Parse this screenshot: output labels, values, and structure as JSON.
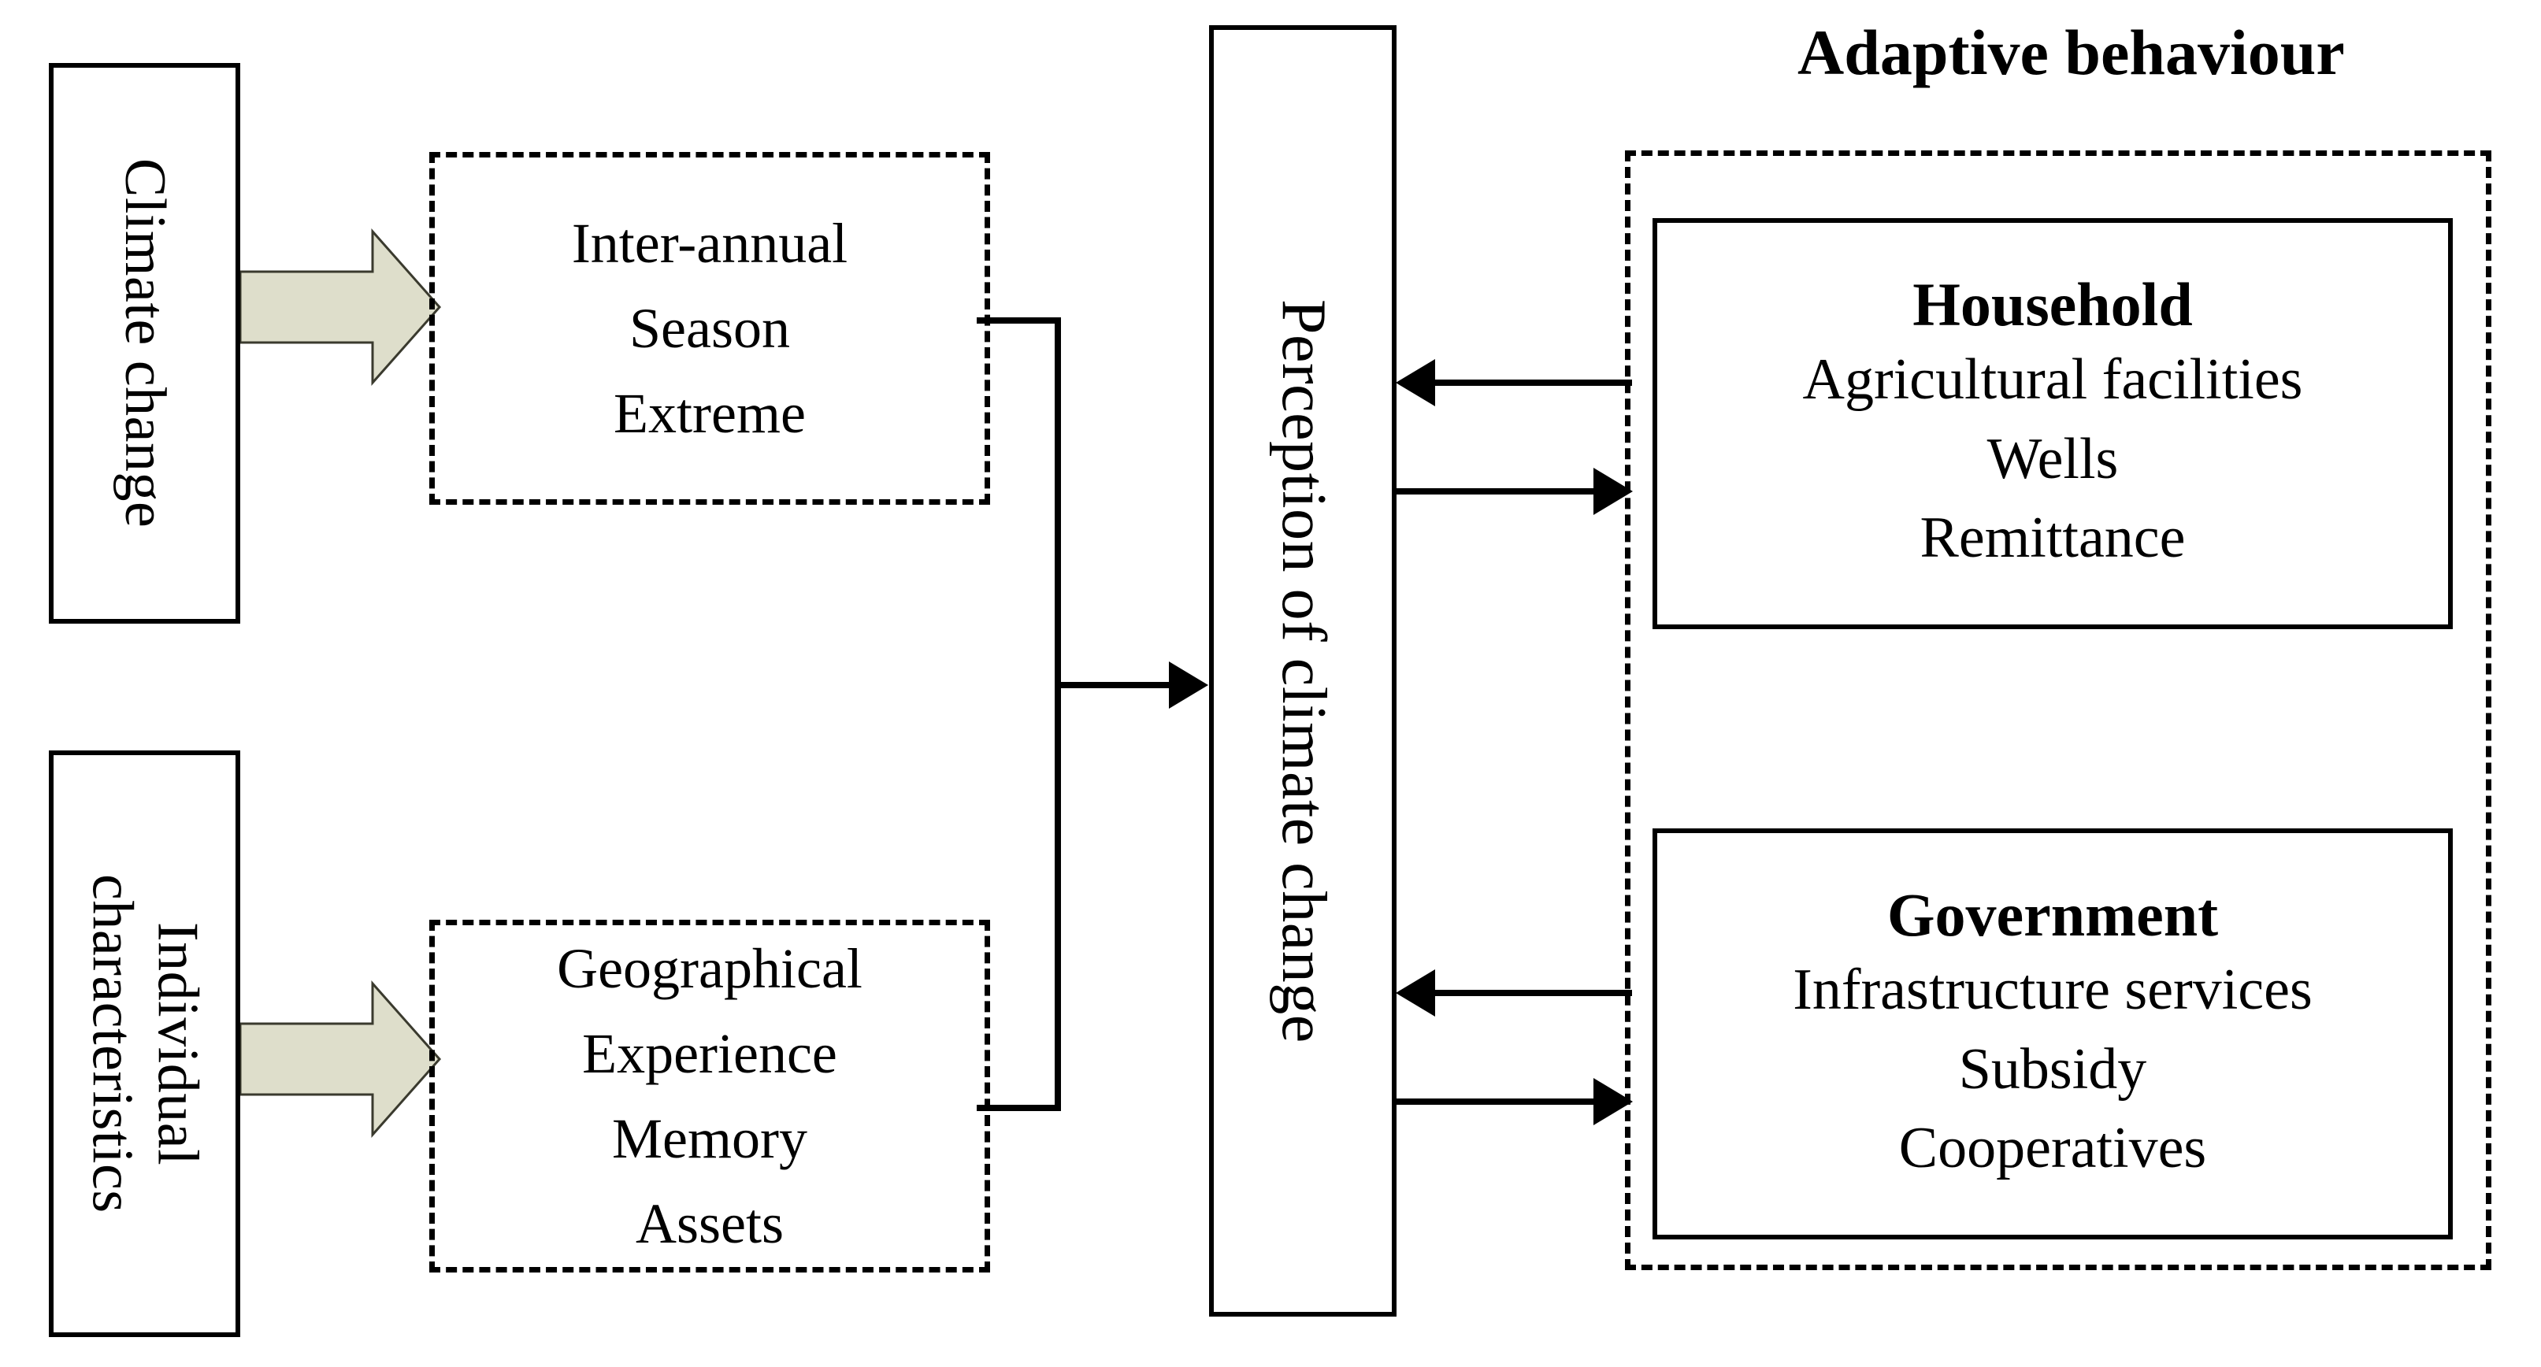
{
  "diagram": {
    "title_right": "Adaptive behaviour",
    "drivers": [
      {
        "id": "climate-change",
        "label": "Climate change"
      },
      {
        "id": "individual-characteristics",
        "label": "Individual\ncharacteristics"
      }
    ],
    "factor_groups": [
      {
        "id": "climate-factors",
        "items": [
          "Inter-annual",
          "Season",
          "Extreme"
        ]
      },
      {
        "id": "individual-factors",
        "items": [
          "Geographical",
          "Experience",
          "Memory",
          "Assets"
        ]
      }
    ],
    "center": {
      "id": "perception-of-climate-change",
      "label": "Perception of climate change"
    },
    "actors": [
      {
        "id": "household",
        "heading": "Household",
        "items": [
          "Agricultural facilities",
          "Wells",
          "Remittance"
        ]
      },
      {
        "id": "government",
        "heading": "Government",
        "items": [
          "Infrastructure services",
          "Subsidy",
          "Cooperatives"
        ]
      }
    ],
    "colors": {
      "line": "#000000",
      "block_arrow_fill": "#DEDECB",
      "block_arrow_stroke": "#3A3A2E",
      "background": "#FFFFFF"
    }
  }
}
